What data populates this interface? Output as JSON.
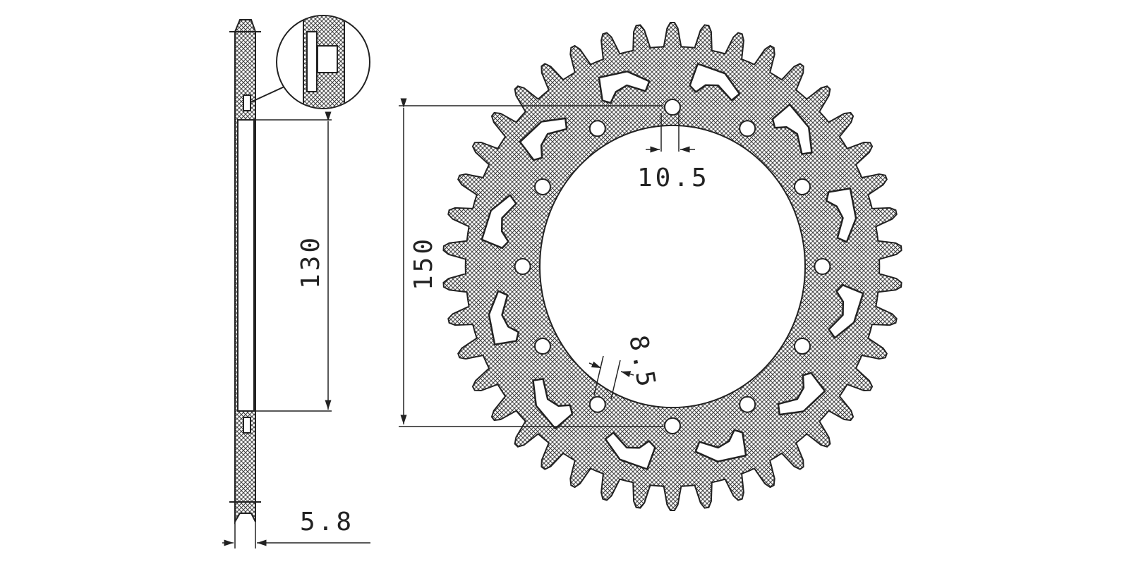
{
  "dimensions": {
    "bolt_hole_spacing": "10.5",
    "inner_diameter": "130",
    "bolt_circle_diameter": "150",
    "bolt_hole_diameter": "8.5",
    "thickness": "5.8"
  },
  "sprocket": {
    "teeth": 42,
    "bolt_holes": 12,
    "cutouts": 12
  },
  "colors": {
    "line": "#222222",
    "fill_hatch": "#555555",
    "background": "#ffffff"
  }
}
